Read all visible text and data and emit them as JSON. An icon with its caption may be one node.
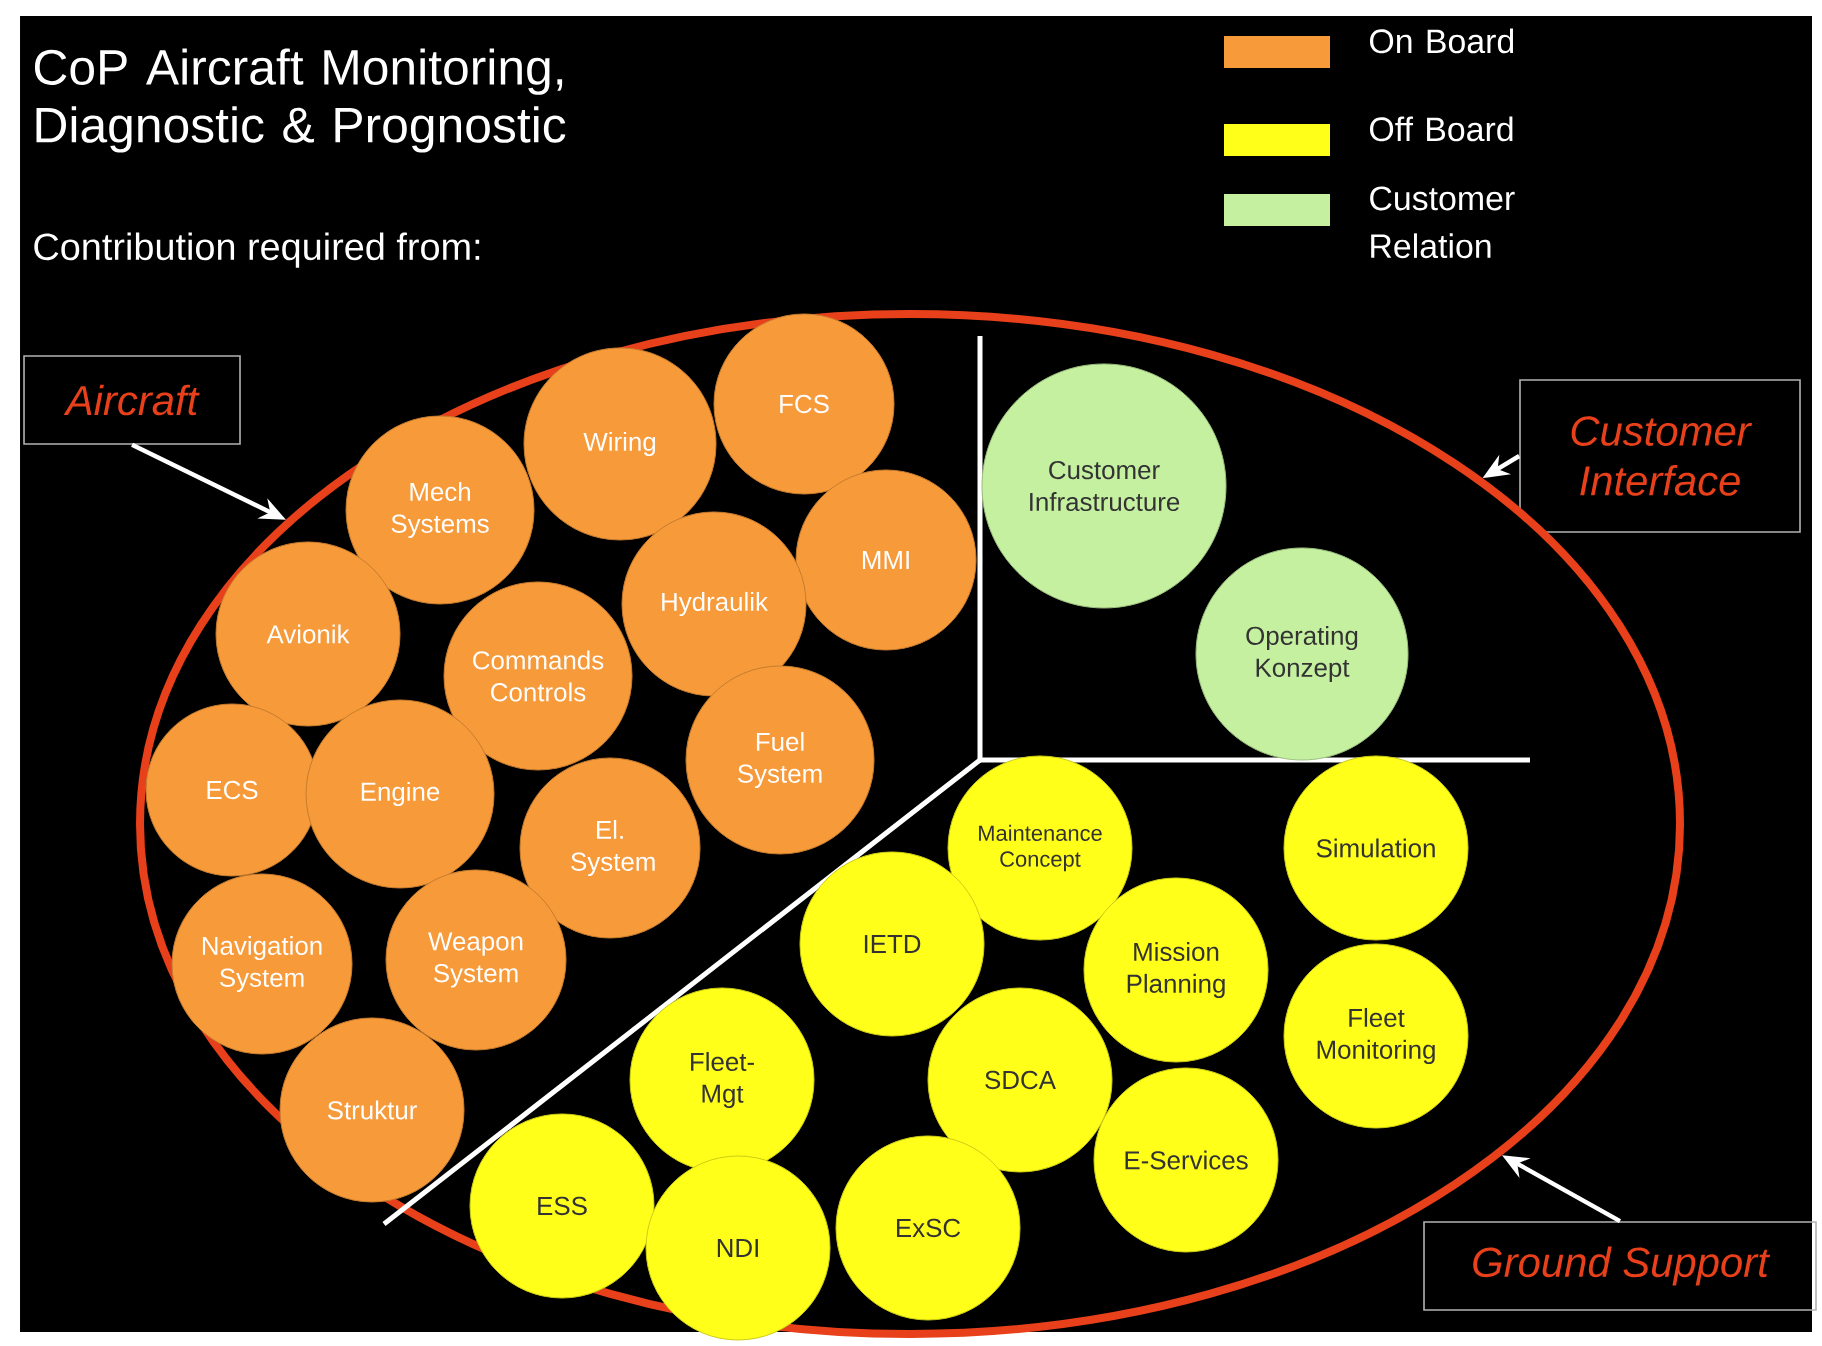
{
  "diagram": {
    "title": "CoP Aircraft Monitoring, Diagnostic & Prognostic",
    "nodes": [
      {
        "text": [],
        "shape": "ellipse"
      },
      {
        "text": [
          "Aircraft"
        ]
      },
      {
        "text": [
          "Wiring"
        ],
        "in": 0
      },
      {
        "text": [
          "FCS"
        ],
        "in": 0
      },
      {
        "text": [
          "Mech Systems"
        ],
        "in": 0
      },
      {
        "text": [
          "MMI"
        ],
        "in": 0
      },
      {
        "text": [
          "Hydraulik"
        ],
        "in": 0
      },
      {
        "text": [
          "Avionik"
        ],
        "in": 0
      },
      {
        "text": [
          "Commands Controls"
        ],
        "in": 0
      },
      {
        "text": [
          "Fuel System"
        ],
        "in": 0
      },
      {
        "text": [
          "ECS"
        ],
        "in": 0
      },
      {
        "text": [
          "Engine"
        ],
        "in": 0
      },
      {
        "text": [
          "El. System"
        ],
        "in": 0
      },
      {
        "text": [
          "Navigation System"
        ],
        "in": 0
      },
      {
        "text": [
          "Weapon System"
        ],
        "in": 0
      },
      {
        "text": [
          "Struktur"
        ],
        "in": 0
      },
      {
        "text": [
          "Customer Interface"
        ]
      },
      {
        "text": [
          "Customer Infrastructure"
        ],
        "in": 0
      },
      {
        "text": [
          "Operating Konzept"
        ],
        "in": 0
      },
      {
        "text": [
          "Maintenance Concept"
        ],
        "in": 0
      },
      {
        "text": [
          "Simulation"
        ],
        "in": 0
      },
      {
        "text": [
          "IETD"
        ],
        "in": 0
      },
      {
        "text": [
          "Mission Planning"
        ],
        "in": 0
      },
      {
        "text": [
          "Fleet Monitoring"
        ],
        "in": 0
      },
      {
        "text": [
          "Fleet- Mgt"
        ],
        "in": 0
      },
      {
        "text": [
          "SDCA"
        ],
        "in": 0
      },
      {
        "text": [
          "E-Services"
        ],
        "in": 0
      },
      {
        "text": [
          "ESS"
        ],
        "in": 0
      },
      {
        "text": [
          "NDI"
        ],
        "in": 0
      },
      {
        "text": [
          "ExSC"
        ],
        "in": 0
      },
      {
        "text": [
          "Ground Support"
        ]
      }
    ],
    "edges": [
      {
        "from": 1,
        "to": 0,
        "arrow": "to"
      },
      {
        "from": 16,
        "to": 0,
        "arrow": "to"
      },
      {
        "from": 30,
        "to": 0,
        "arrow": "to"
      }
    ],
    "labels": [
      "Contribution required from:"
    ],
    "legend": [
      {
        "text": "On Board",
        "color": "#f79a3a"
      },
      {
        "text": "Off Board",
        "color": "#ffff1a"
      },
      {
        "text": "Customer Relation",
        "color": "#c4f0a0"
      }
    ]
  }
}
